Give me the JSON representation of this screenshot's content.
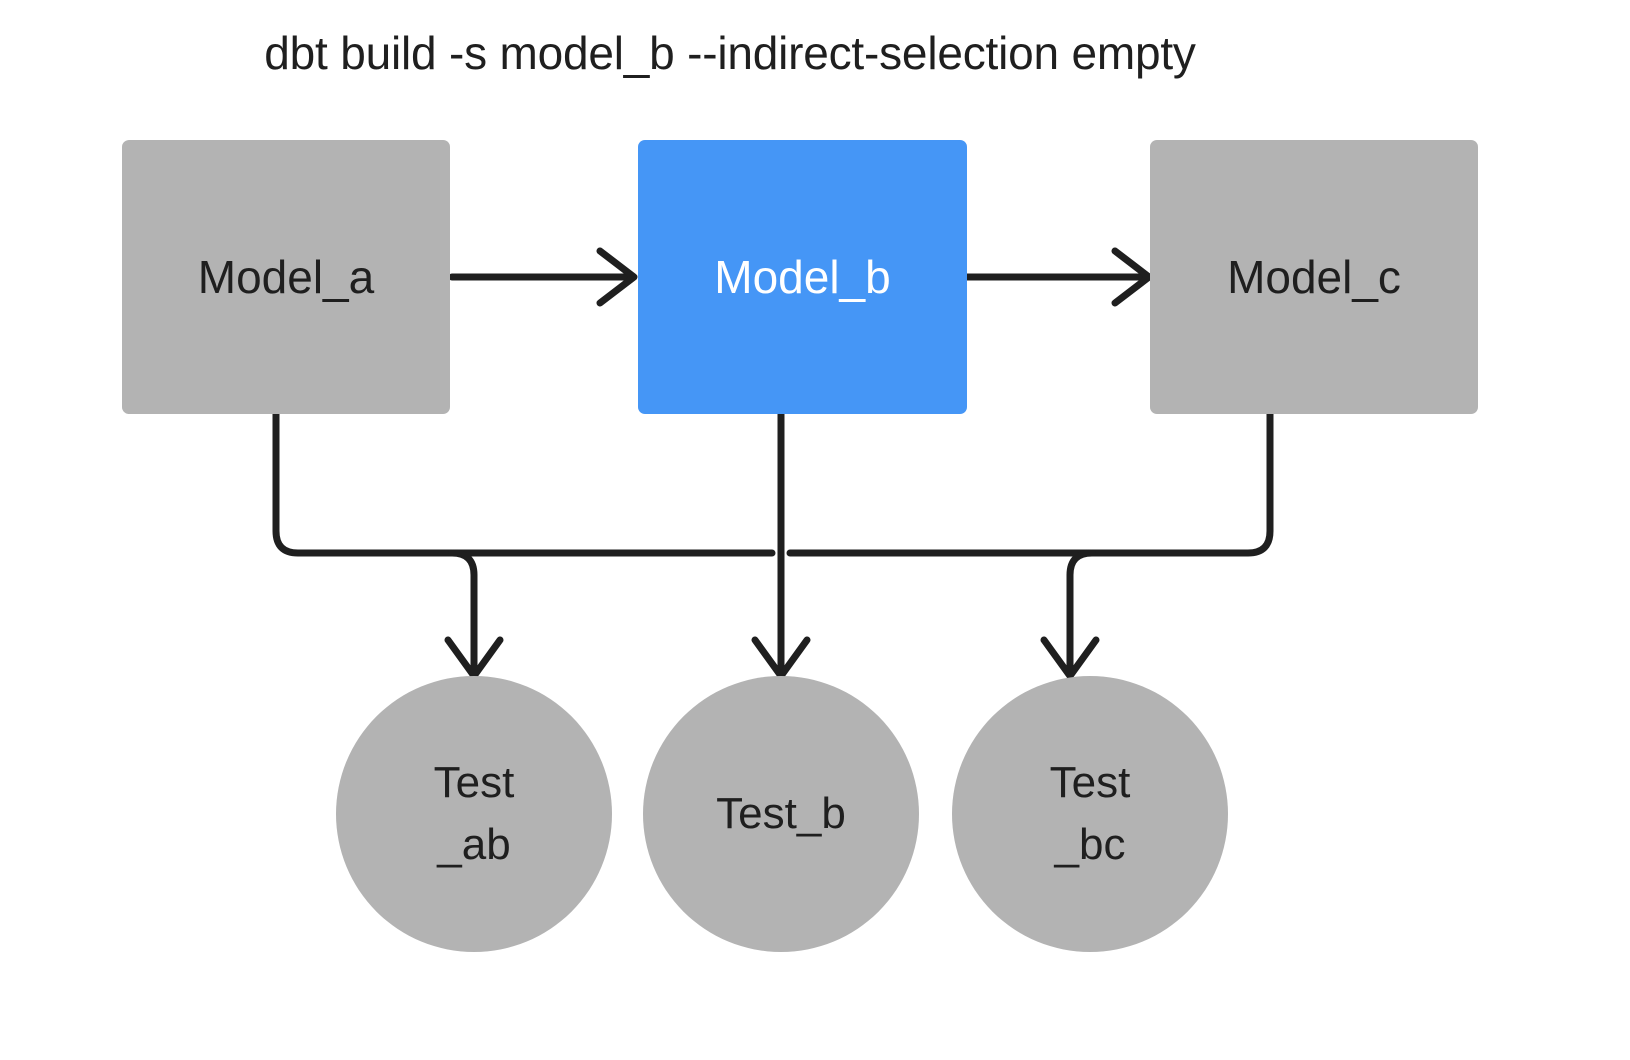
{
  "diagram": {
    "title": "dbt build -s model_b --indirect-selection empty",
    "type": "dag",
    "colors": {
      "selected": "#4596f6",
      "unselected": "#b3b3b3",
      "edge": "#1f1f1f",
      "text_dark": "#1f1f1f",
      "text_light": "#ffffff",
      "background": "#ffffff"
    },
    "models": [
      {
        "id": "model_a",
        "label": "Model_a",
        "shape": "rectangle",
        "state": "unselected",
        "fill": "#b3b3b3",
        "text_color": "#1f1f1f"
      },
      {
        "id": "model_b",
        "label": "Model_b",
        "shape": "rectangle",
        "state": "selected",
        "fill": "#4596f6",
        "text_color": "#ffffff"
      },
      {
        "id": "model_c",
        "label": "Model_c",
        "shape": "rectangle",
        "state": "unselected",
        "fill": "#b3b3b3",
        "text_color": "#1f1f1f"
      }
    ],
    "tests": [
      {
        "id": "test_ab",
        "label": "Test_ab",
        "lines": [
          "Test",
          "_ab"
        ],
        "shape": "circle",
        "state": "unselected",
        "fill": "#b3b3b3",
        "text_color": "#1f1f1f"
      },
      {
        "id": "test_b",
        "label": "Test_b",
        "lines": [
          "Test_b"
        ],
        "shape": "circle",
        "state": "unselected",
        "fill": "#b3b3b3",
        "text_color": "#1f1f1f"
      },
      {
        "id": "test_bc",
        "label": "Test_bc",
        "lines": [
          "Test",
          "_bc"
        ],
        "shape": "circle",
        "state": "unselected",
        "fill": "#b3b3b3",
        "text_color": "#1f1f1f"
      }
    ],
    "edges": [
      {
        "id": "edge-model-a-to-model-b",
        "from": "model_a",
        "to": "model_b",
        "style": "straight-horizontal-arrow"
      },
      {
        "id": "edge-model-b-to-model-c",
        "from": "model_b",
        "to": "model_c",
        "style": "straight-horizontal-arrow"
      },
      {
        "id": "edge-model-a-to-test-ab",
        "from": "model_a",
        "to": "test_ab",
        "style": "elbow-arrow"
      },
      {
        "id": "edge-model-b-to-test-ab",
        "from": "model_b",
        "to": "test_ab",
        "style": "elbow-arrow"
      },
      {
        "id": "edge-model-b-to-test-b",
        "from": "model_b",
        "to": "test_b",
        "style": "straight-vertical-arrow"
      },
      {
        "id": "edge-model-b-to-test-bc",
        "from": "model_b",
        "to": "test_bc",
        "style": "elbow-arrow"
      },
      {
        "id": "edge-model-c-to-test-bc",
        "from": "model_c",
        "to": "test_bc",
        "style": "elbow-arrow"
      }
    ]
  }
}
